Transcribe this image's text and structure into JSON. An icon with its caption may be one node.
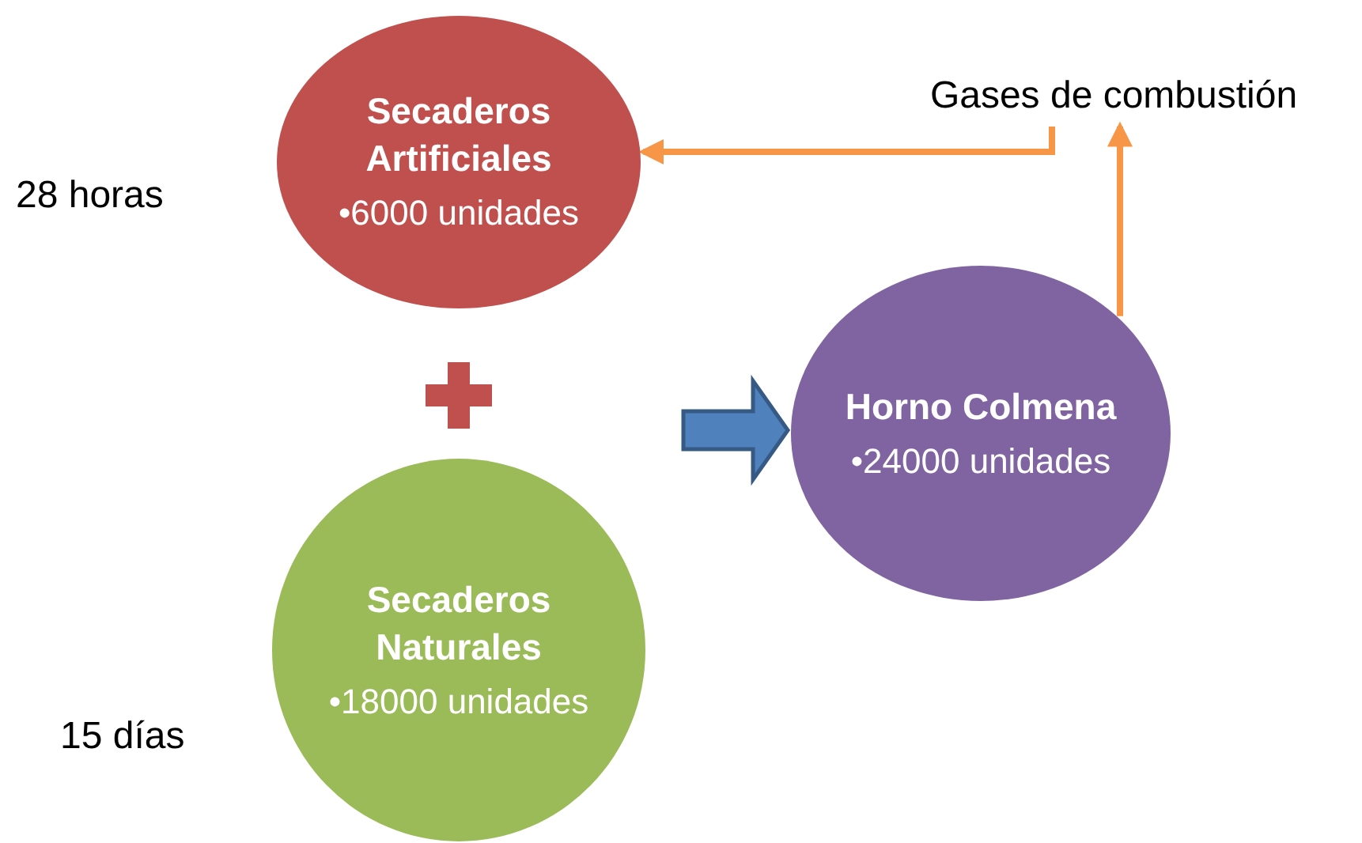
{
  "diagram": {
    "nodes": [
      {
        "text": [
          "Secaderos Artificiales",
          "•6000 unidades"
        ],
        "beside": [
          "28 horas"
        ]
      },
      {
        "text": [
          "Secaderos Naturales",
          "•18000 unidades"
        ],
        "beside": [
          "15 días"
        ]
      },
      {
        "text": [
          "Horno Colmena",
          "•24000 unidades"
        ]
      },
      {
        "text": [
          "Gases de combustión"
        ]
      }
    ],
    "edges": [
      {
        "from": null,
        "to": 2,
        "arrow": "to",
        "style": "thick",
        "color": "#4f81bd"
      },
      {
        "from": 2,
        "to": 3,
        "arrow": "to"
      },
      {
        "from": 3,
        "to": 0,
        "arrow": "to"
      }
    ]
  }
}
